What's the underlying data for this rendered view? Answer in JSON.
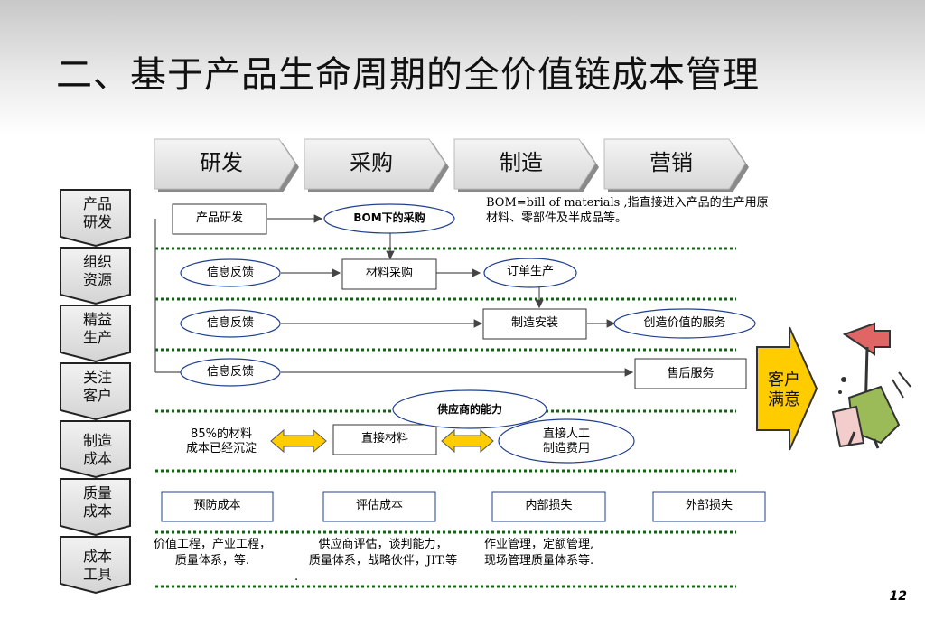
{
  "title": "二、基于产品生命周期的全价值链成本管理",
  "phases": [
    "研发",
    "采购",
    "制造",
    "营销"
  ],
  "rows": [
    "产品\n研发",
    "组织\n资源",
    "精益\n生产",
    "关注\n客户",
    "制造\n成本",
    "质量\n成本",
    "成本\n工具"
  ],
  "row_labels": {
    "r0": "产品",
    "r0b": "研发",
    "r1": "组织",
    "r1b": "资源",
    "r2": "精益",
    "r2b": "生产",
    "r3": "关注",
    "r3b": "客户",
    "r4": "制造",
    "r4b": "成本",
    "r5": "质量",
    "r5b": "成本",
    "r6": "成本",
    "r6b": "工具"
  },
  "nodes": {
    "product_dev": "产品研发",
    "bom_purchase": "BOM下的采购",
    "feedback1": "信息反馈",
    "material_purchase": "材料采购",
    "order_production": "订单生产",
    "feedback2": "信息反馈",
    "manufacture_assembly": "制造安装",
    "value_service": "创造价值的服务",
    "feedback3": "信息反馈",
    "after_sales": "售后服务",
    "supplier_capability": "供应商的能力",
    "sunk_a": "85%的材料",
    "sunk_b": "成本已经沉淀",
    "direct_material": "直接材料",
    "direct_labor_a": "直接人工",
    "direct_labor_b": "制造费用",
    "prevention": "预防成本",
    "appraisal": "评估成本",
    "internal_loss": "内部损失",
    "external_loss": "外部损失"
  },
  "bom_note": {
    "line1": "BOM=bill of materials ,指直接进入产品的生产用原",
    "line2": "材料、零部件及半成品等。"
  },
  "customer": {
    "line1": "客户",
    "line2": "满意"
  },
  "tools": {
    "t1a": "价值工程，产业工程，",
    "t1b": "质量体系，等.",
    "t2a": "供应商评估，谈判能力，",
    "t2b": "质量体系，战略伙伴，JIT.等",
    "t2c": ".",
    "t3a": "作业管理，定额管理,",
    "t3b": "现场管理质量体系等."
  },
  "page_number": "12",
  "colors": {
    "arrow_fill": "#ffcc00",
    "node_border": "#1f3f8f",
    "dotted": "#1a5c1a",
    "chevron_fill": "#e6e6e6"
  }
}
